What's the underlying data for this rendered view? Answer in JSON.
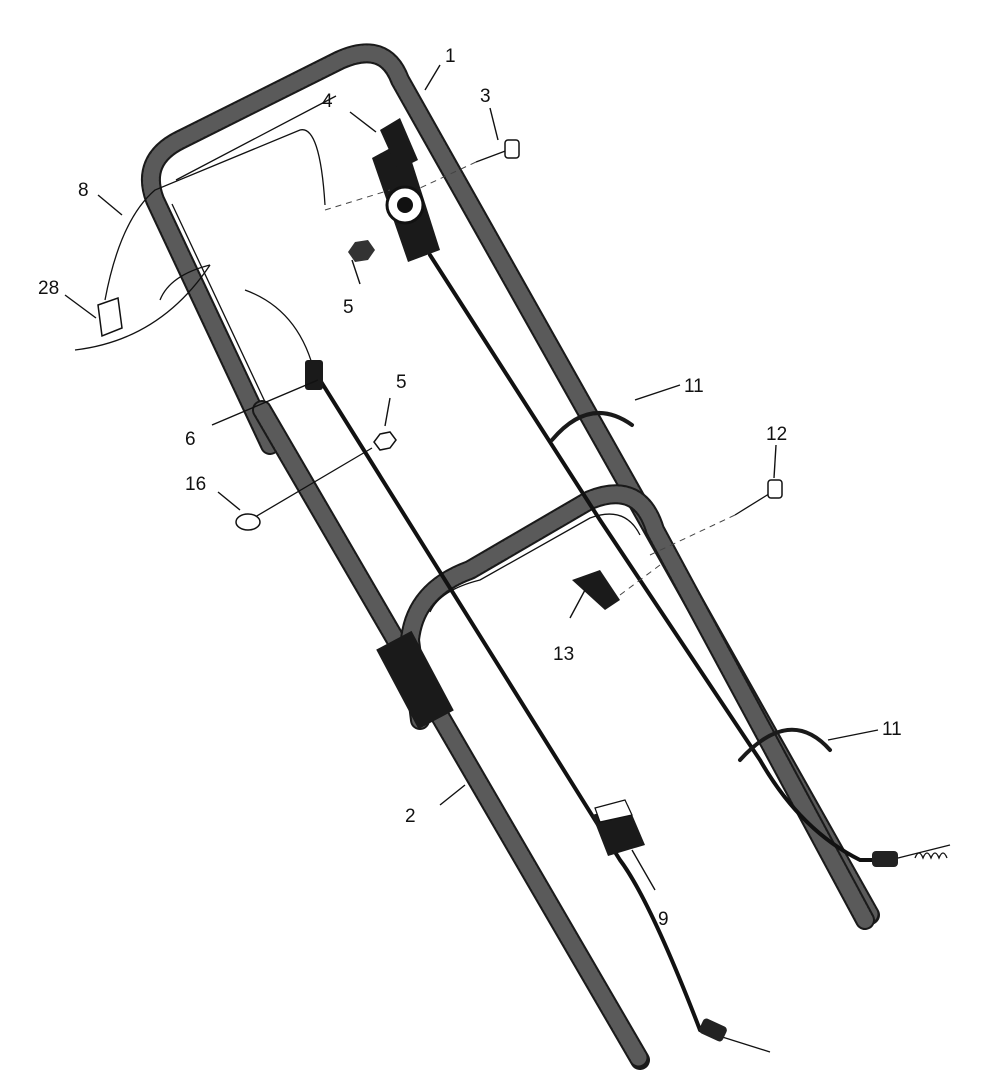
{
  "callouts": {
    "c1": "1",
    "c2": "2",
    "c3": "3",
    "c4": "4",
    "c5a": "5",
    "c5b": "5",
    "c6": "6",
    "c8": "8",
    "c9": "9",
    "c11a": "11",
    "c11b": "11",
    "c12": "12",
    "c13": "13",
    "c16": "16",
    "c28": "28"
  }
}
